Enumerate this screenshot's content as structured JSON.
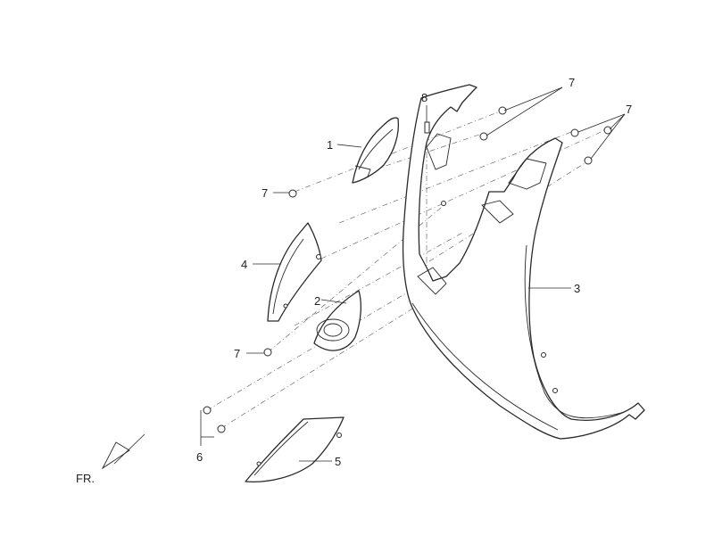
{
  "callouts": {
    "part1": "1",
    "part2": "2",
    "part3": "3",
    "part4": "4",
    "part5": "5",
    "part6": "6",
    "part7_top": "7",
    "part7_right": "7",
    "part7_left_upper": "7",
    "part7_left_lower": "7",
    "part8": "8"
  },
  "front_indicator": "FR.",
  "colors": {
    "line": "#2a2a2a",
    "text": "#222222",
    "background": "#ffffff"
  }
}
